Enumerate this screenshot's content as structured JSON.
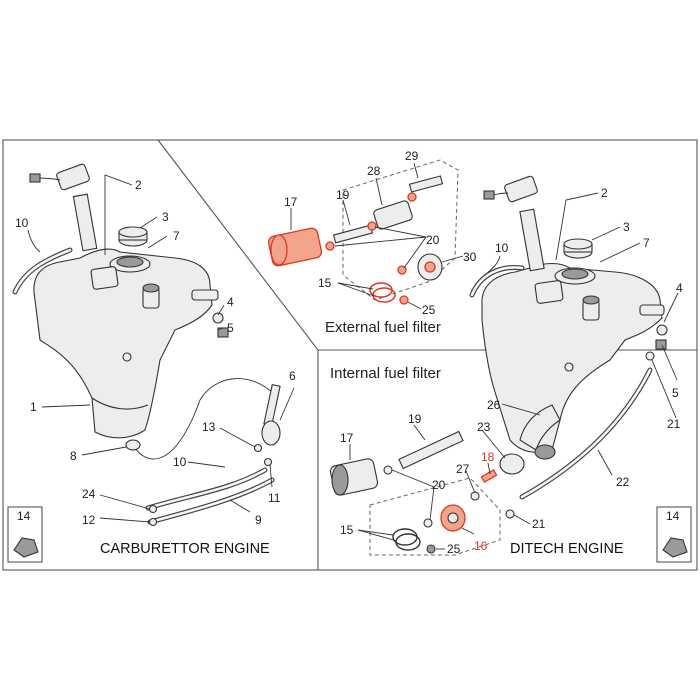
{
  "headings": {
    "external_fuel_filter": "External fuel filter",
    "internal_fuel_filter": "Internal fuel filter"
  },
  "captions": {
    "carburettor_engine": "CARBURETTOR ENGINE",
    "ditech_engine": "DITECH ENGINE"
  },
  "colors": {
    "highlight": "#e0361f",
    "line": "#333333",
    "part_fill": "#ededed"
  },
  "callouts": {
    "left": {
      "n1": "1",
      "n2": "2",
      "n3": "3",
      "n4": "4",
      "n5": "5",
      "n6": "6",
      "n7": "7",
      "n8": "8",
      "n9": "9",
      "n10a": "10",
      "n10b": "10",
      "n11": "11",
      "n12": "12",
      "n13": "13",
      "n14": "14",
      "n24": "24"
    },
    "external": {
      "n15": "15",
      "n17": "17",
      "n19": "19",
      "n20": "20",
      "n25": "25",
      "n28": "28",
      "n29": "29",
      "n30": "30"
    },
    "internal": {
      "n15": "15",
      "n16": "16",
      "n17": "17",
      "n18": "18",
      "n19": "19",
      "n20": "20",
      "n21": "21",
      "n23": "23",
      "n25": "25",
      "n27": "27"
    },
    "right": {
      "n2": "2",
      "n3": "3",
      "n4": "4",
      "n5": "5",
      "n7": "7",
      "n10": "10",
      "n14": "14",
      "n21": "21",
      "n22": "22",
      "n26": "26"
    }
  }
}
